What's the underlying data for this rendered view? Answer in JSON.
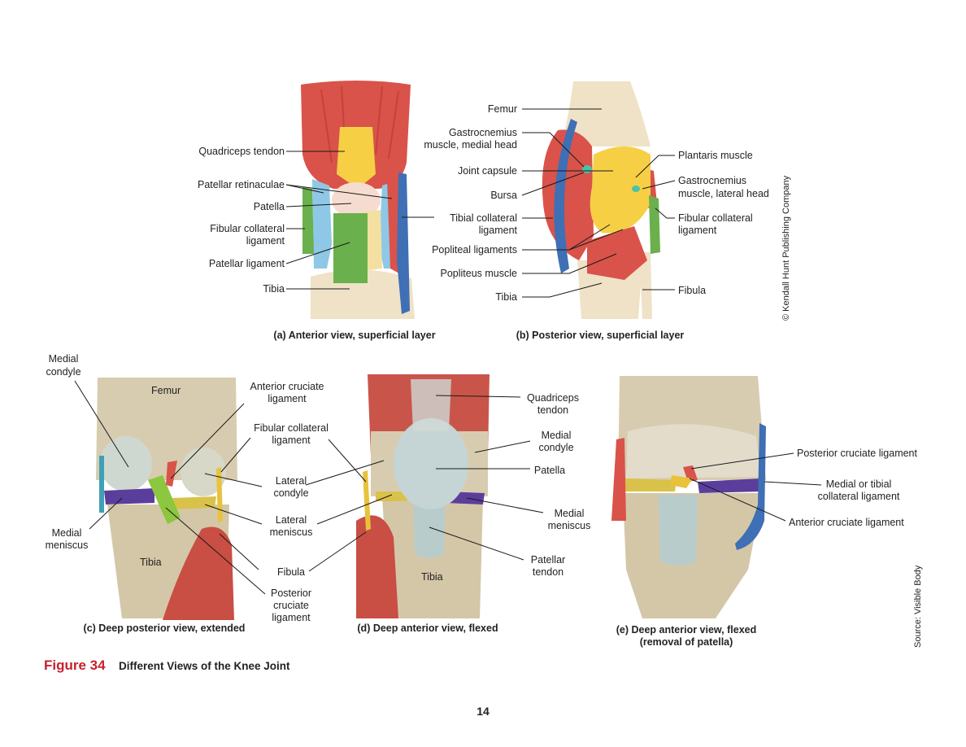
{
  "panels": {
    "a": {
      "caption": "(a) Anterior view, superficial layer",
      "labels": {
        "quadriceps_tendon": "Quadriceps tendon",
        "patellar_retinaculae": "Patellar retinaculae",
        "patella": "Patella",
        "fibular_collateral_1": "Fibular collateral",
        "fibular_collateral_2": "ligament",
        "patellar_ligament": "Patellar ligament",
        "tibia": "Tibia"
      }
    },
    "b": {
      "caption": "(b) Posterior view, superficial layer",
      "labels": {
        "femur": "Femur",
        "gastrocnemius_medial_1": "Gastrocnemius",
        "gastrocnemius_medial_2": "muscle, medial head",
        "joint_capsule": "Joint capsule",
        "bursa": "Bursa",
        "tibial_collateral_1": "Tibial collateral",
        "tibial_collateral_2": "ligament",
        "popliteal_ligaments": "Popliteal ligaments",
        "popliteus_muscle": "Popliteus muscle",
        "tibia": "Tibia",
        "plantaris_muscle": "Plantaris muscle",
        "gastrocnemius_lateral_1": "Gastrocnemius",
        "gastrocnemius_lateral_2": "muscle, lateral head",
        "fibular_collateral_1": "Fibular collateral",
        "fibular_collateral_2": "ligament",
        "fibula": "Fibula"
      }
    },
    "c": {
      "caption": "(c) Deep posterior view, extended",
      "labels": {
        "medial_condyle_1": "Medial",
        "medial_condyle_2": "condyle",
        "femur": "Femur",
        "anterior_cruciate_1": "Anterior cruciate",
        "anterior_cruciate_2": "ligament",
        "fibular_collateral_1": "Fibular collateral",
        "fibular_collateral_2": "ligament",
        "lateral_condyle_1": "Lateral",
        "lateral_condyle_2": "condyle",
        "lateral_meniscus_1": "Lateral",
        "lateral_meniscus_2": "meniscus",
        "medial_meniscus_1": "Medial",
        "medial_meniscus_2": "meniscus",
        "tibia": "Tibia",
        "fibula": "Fibula",
        "posterior_cruciate_1": "Posterior",
        "posterior_cruciate_2": "cruciate",
        "posterior_cruciate_3": "ligament"
      }
    },
    "d": {
      "caption": "(d) Deep anterior view, flexed",
      "labels": {
        "quadriceps_tendon_1": "Quadriceps",
        "quadriceps_tendon_2": "tendon",
        "medial_condyle_1": "Medial",
        "medial_condyle_2": "condyle",
        "patella": "Patella",
        "medial_meniscus_1": "Medial",
        "medial_meniscus_2": "meniscus",
        "patellar_tendon_1": "Patellar",
        "patellar_tendon_2": "tendon",
        "tibia": "Tibia"
      }
    },
    "e": {
      "caption_1": "(e) Deep anterior view, flexed",
      "caption_2": "(removal of patella)",
      "labels": {
        "posterior_cruciate": "Posterior cruciate ligament",
        "medial_tibial_collateral_1": "Medial or tibial",
        "medial_tibial_collateral_2": "collateral ligament",
        "anterior_cruciate": "Anterior cruciate ligament"
      }
    }
  },
  "credits": {
    "copyright": "© Kendall Hunt Publishing Company",
    "source": "Source: Visible Body"
  },
  "figure": {
    "number": "Figure 34",
    "title": "Different Views of the Knee Joint"
  },
  "page_number": "14",
  "colors": {
    "muscle": "#d9534a",
    "muscle_dark": "#b8372f",
    "bone": "#efe2c6",
    "tendon_yellow": "#f6cf45",
    "patella_pink": "#f6dcd0",
    "retinacula_blue": "#8ec8e6",
    "ligament_green": "#6ab04c",
    "collateral_blue": "#3f6fb5",
    "meniscus_purple": "#5b3e9c",
    "figure_red": "#c8202d"
  }
}
